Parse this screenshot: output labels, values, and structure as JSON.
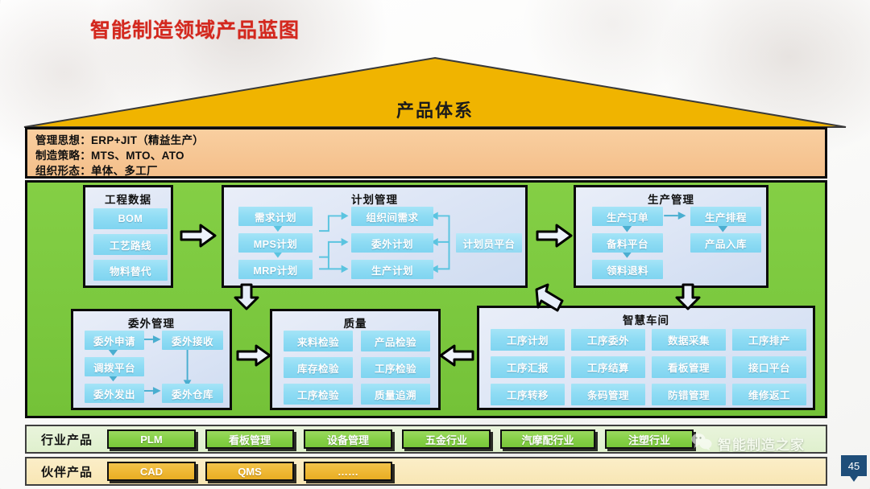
{
  "page": {
    "title": "智能制造领域产品蓝图",
    "page_number": "45",
    "accent_red": "#d3281e",
    "roof_gold": "#f0b400",
    "body_green": "#7cc93f",
    "band_orange": "#f6c694"
  },
  "roof": {
    "label": "产品体系"
  },
  "band": {
    "lines": [
      "管理思想：ERP+JIT（精益生产）",
      "制造策略：MTS、MTO、ATO",
      "组织形态：单体、多工厂"
    ]
  },
  "panels": {
    "engineering": {
      "title": "工程数据",
      "cells": [
        "BOM",
        "工艺路线",
        "物料替代"
      ]
    },
    "planning": {
      "title": "计划管理",
      "left": [
        "需求计划",
        "MPS计划",
        "MRP计划"
      ],
      "center": [
        "组织间需求",
        "委外计划",
        "生产计划"
      ],
      "right": [
        "计划员平台"
      ]
    },
    "production": {
      "title": "生产管理",
      "left": [
        "生产订单",
        "备料平台",
        "领料退料"
      ],
      "right": [
        "生产排程",
        "产品入库"
      ]
    },
    "outsourcing": {
      "title": "委外管理",
      "left": [
        "委外申请",
        "调拨平台",
        "委外发出"
      ],
      "right": [
        "委外接收",
        "委外仓库"
      ]
    },
    "quality": {
      "title": "质量",
      "left": [
        "来料检验",
        "库存检验",
        "工序检验"
      ],
      "right": [
        "产品检验",
        "工序检验",
        "质量追溯"
      ]
    },
    "workshop": {
      "title": "智慧车间",
      "grid": [
        [
          "工序计划",
          "工序委外",
          "数据采集",
          "工序排产"
        ],
        [
          "工序汇报",
          "工序结算",
          "看板管理",
          "接口平台"
        ],
        [
          "工序转移",
          "条码管理",
          "防错管理",
          "维修返工"
        ]
      ]
    }
  },
  "industry_row": {
    "label": "行业产品",
    "items": [
      "PLM",
      "看板管理",
      "设备管理",
      "五金行业",
      "汽摩配行业",
      "注塑行业"
    ]
  },
  "partner_row": {
    "label": "伙伴产品",
    "items": [
      "CAD",
      "QMS",
      "……"
    ]
  },
  "watermark": {
    "text": "智能制造之家",
    "icon": "wechat-icon"
  }
}
